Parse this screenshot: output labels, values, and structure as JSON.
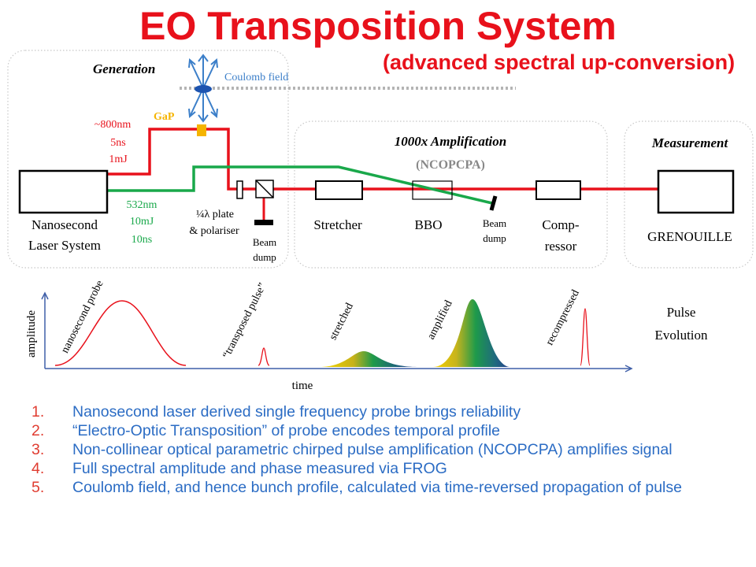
{
  "title": "EO Transposition System",
  "subtitle": "(advanced spectral up-conversion)",
  "colors": {
    "red": "#e8111b",
    "green": "#19a84a",
    "gaP_orange": "#f5b400",
    "coulomb_blue": "#3c7fc9",
    "bullet_text": "#2b6cc4",
    "bullet_num": "#e03c31"
  },
  "sections": {
    "generation": "Generation",
    "amplification": "1000x Amplification",
    "amplification_sub": "(NCOPCPA)",
    "measurement": "Measurement"
  },
  "labels": {
    "coulomb_field": "Coulomb field",
    "gap": "GaP",
    "red_beam": [
      "~800nm",
      "5ns",
      "1mJ"
    ],
    "green_beam": [
      "532nm",
      "10mJ",
      "10ns"
    ],
    "laser_system": [
      "Nanosecond",
      "Laser System"
    ],
    "waveplate": [
      "¼λ plate",
      "& polariser"
    ],
    "beam_dump_1": [
      "Beam",
      "dump"
    ],
    "stretcher": "Stretcher",
    "bbo": "BBO",
    "beam_dump_2": [
      "Beam",
      "dump"
    ],
    "compressor": [
      "Comp-",
      "ressor"
    ],
    "grenouille": "GRENOUILLE"
  },
  "evolution": {
    "y_axis": "amplitude",
    "x_axis": "time",
    "heading": [
      "Pulse",
      "Evolution"
    ],
    "stages": [
      "nanosecond probe",
      "“transposed pulse”",
      "stretched",
      "amplified",
      "recompressed"
    ]
  },
  "bullets": [
    {
      "num": "1.",
      "text": "Nanosecond laser derived single frequency probe brings reliability"
    },
    {
      "num": "2.",
      "text": "“Electro-Optic Transposition” of probe encodes temporal profile"
    },
    {
      "num": "3.",
      "text": "Non-collinear optical parametric chirped pulse amplification (NCOPCPA) amplifies signal"
    },
    {
      "num": "4.",
      "text": "Full spectral amplitude and phase measured via FROG"
    },
    {
      "num": "5.",
      "text": "Coulomb field, and hence bunch profile, calculated via time-reversed propagation of pulse"
    }
  ]
}
